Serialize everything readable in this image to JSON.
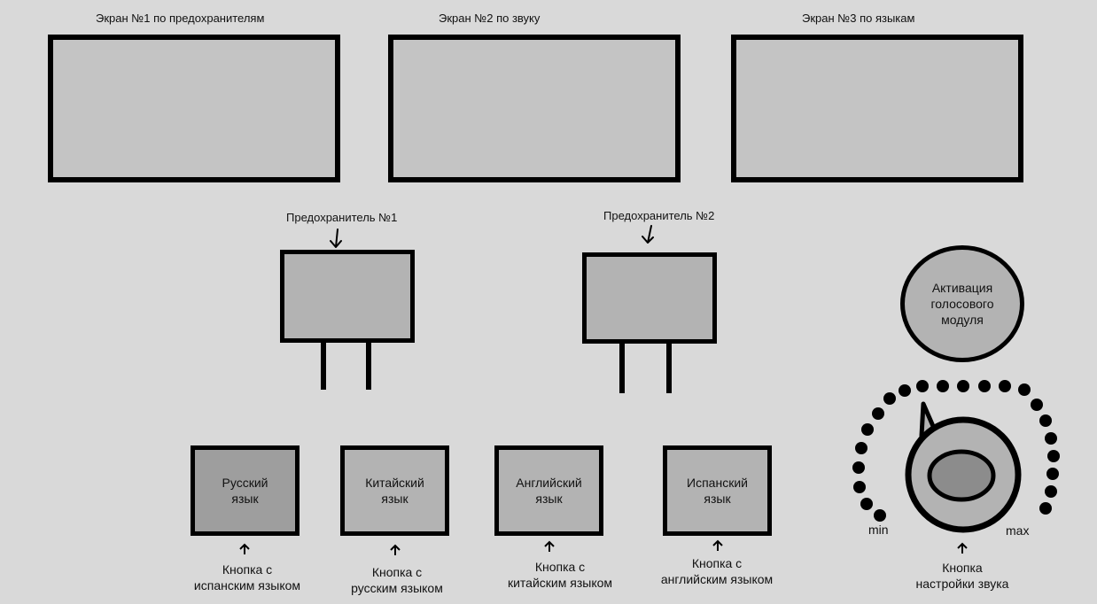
{
  "screens": [
    {
      "label": "Экран №1 по предохранителям"
    },
    {
      "label": "Экран №2 по звуку"
    },
    {
      "label": "Экран №3 по языкам"
    }
  ],
  "fuses": [
    {
      "label": "Предохранитель №1"
    },
    {
      "label": "Предохранитель №2"
    }
  ],
  "language_buttons": [
    {
      "label": "Русский\nязык",
      "caption": "Кнопка с\nиспанским языком",
      "color": "#9e9e9e"
    },
    {
      "label": "Китайский\nязык",
      "caption": "Кнопка с\nрусским языком",
      "color": "#b3b3b3"
    },
    {
      "label": "Английский\nязык",
      "caption": "Кнопка с\nкитайским языком",
      "color": "#b3b3b3"
    },
    {
      "label": "Испанский\nязык",
      "caption": "Кнопка с\nанглийским языком",
      "color": "#b3b3b3"
    }
  ],
  "voice_module": {
    "label": "Активация\nголосового\nмодуля"
  },
  "sound_knob": {
    "min_label": "min",
    "max_label": "max",
    "caption": "Кнопка\nнастройки звука"
  }
}
